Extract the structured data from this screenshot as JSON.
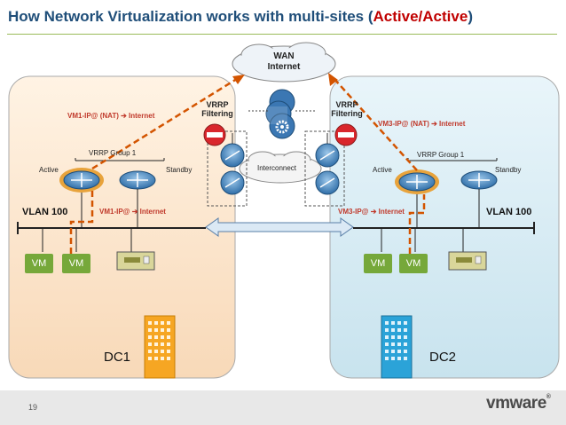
{
  "title": {
    "prefix": "How Network Virtualization works with multi-sites (",
    "highlight": "Active/Active",
    "suffix": ")"
  },
  "wan": {
    "line1": "WAN",
    "line2": "Internet"
  },
  "interconnect": "Interconnect",
  "left_site": {
    "dc_label": "DC1",
    "nat_label": "VM1-IP@ (NAT) ➔ Internet",
    "vrrp_group": "VRRP Group 1",
    "active": "Active",
    "standby": "Standby",
    "vlan": "VLAN 100",
    "route_label": "VM1-IP@ ➔ Internet",
    "filter_line1": "VRRP",
    "filter_line2": "Filtering",
    "vms": [
      "VM",
      "VM"
    ]
  },
  "right_site": {
    "dc_label": "DC2",
    "nat_label": "VM3-IP@ (NAT) ➔ Internet",
    "vrrp_group": "VRRP Group 1",
    "active": "Active",
    "standby": "Standby",
    "vlan": "VLAN 100",
    "route_label": "VM3-IP@ ➔ Internet",
    "filter_line1": "VRRP",
    "filter_line2": "Filtering",
    "vms": [
      "VM",
      "VM"
    ]
  },
  "footer": {
    "page_number": "19",
    "brand": "vmware",
    "brand_mark": "®"
  },
  "colors": {
    "title": "#1f4e79",
    "title_highlight": "#c00000",
    "dc1_fill": "#fbe2c8",
    "dc2_fill": "#d6eaf2",
    "vm": "#76a83a",
    "nat_path": "#d35400",
    "router": "#4a90c8"
  },
  "icons": [
    "router-icon",
    "switch-icon",
    "gear-icon",
    "no-entry-icon",
    "building-icon",
    "cloud-icon",
    "server-icon"
  ]
}
